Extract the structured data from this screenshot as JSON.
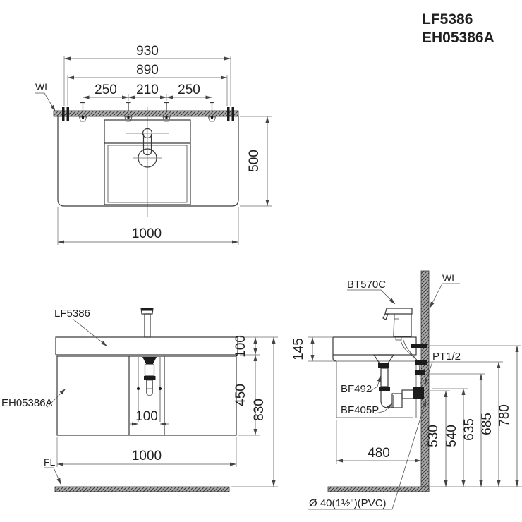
{
  "header": {
    "model1": "LF5386",
    "model2": "EH05386A"
  },
  "top_view": {
    "wall_label": "WL",
    "dim_anchor_outer": "930",
    "dim_anchor_inner": "890",
    "dim_bolt_left": "250",
    "dim_bolt_center": "210",
    "dim_bolt_right": "250",
    "dim_width": "1000",
    "dim_depth": "500"
  },
  "front_view": {
    "basin_label": "LF5386",
    "cabinet_label": "EH05386A",
    "floor_label": "FL",
    "dim_basin_height": "100",
    "dim_cabinet_height": "450",
    "dim_total_height": "830",
    "dim_drain_clearance": "100",
    "dim_width": "1000"
  },
  "side_view": {
    "wall_label": "WL",
    "faucet_label": "BT570C",
    "supply_label": "PT1/2",
    "trap_label": "BF492",
    "waste_label": "BF405P",
    "drain_note": "Ø 40(1½\")(PVC)",
    "dim_basin_thickness": "145",
    "dim_depth": "480",
    "dim_h_530": "530",
    "dim_h_540": "540",
    "dim_h_635": "635",
    "dim_h_685": "685",
    "dim_h_780": "780"
  }
}
